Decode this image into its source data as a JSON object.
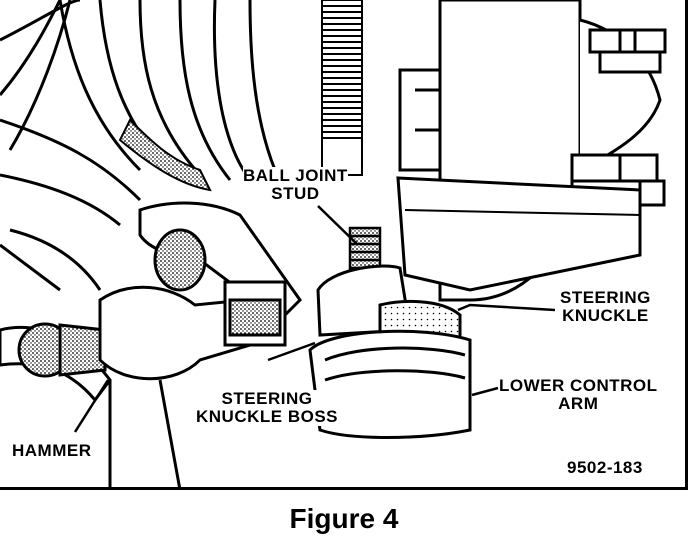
{
  "figure": {
    "caption": "Figure 4",
    "drawing_number": "9502-183"
  },
  "callouts": {
    "ball_joint_stud": [
      "BALL JOINT",
      "STUD"
    ],
    "steering_knuckle": [
      "STEERING",
      "KNUCKLE"
    ],
    "lower_control_arm": [
      "LOWER CONTROL",
      "ARM"
    ],
    "steering_knuckle_boss": [
      "STEERING",
      "KNUCKLE BOSS"
    ],
    "hammer": "HAMMER"
  }
}
